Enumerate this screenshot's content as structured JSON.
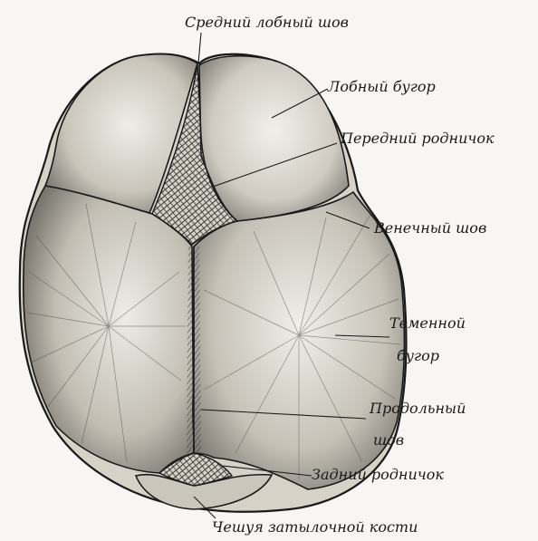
{
  "labels": {
    "frontal_suture": "Средний лобный шов",
    "frontal_tuber": "Лобный бугор",
    "anterior_fontanelle": "Передний родничок",
    "coronal_suture": "Венечный шов",
    "parietal_tuber_line1": "Теменной",
    "parietal_tuber_line2": "бугор",
    "sagittal_suture_line1": "Продольный",
    "sagittal_suture_line2": "шов",
    "posterior_fontanelle": "Задний родничок",
    "occipital_squama": "Чешуя затылочной кости"
  },
  "colors": {
    "ink": "#1a1a1a",
    "paper": "#f7f6f2",
    "bone_light": "#e9e6de",
    "bone_mid": "#b9b5ab",
    "bone_dark": "#5c5a55"
  }
}
